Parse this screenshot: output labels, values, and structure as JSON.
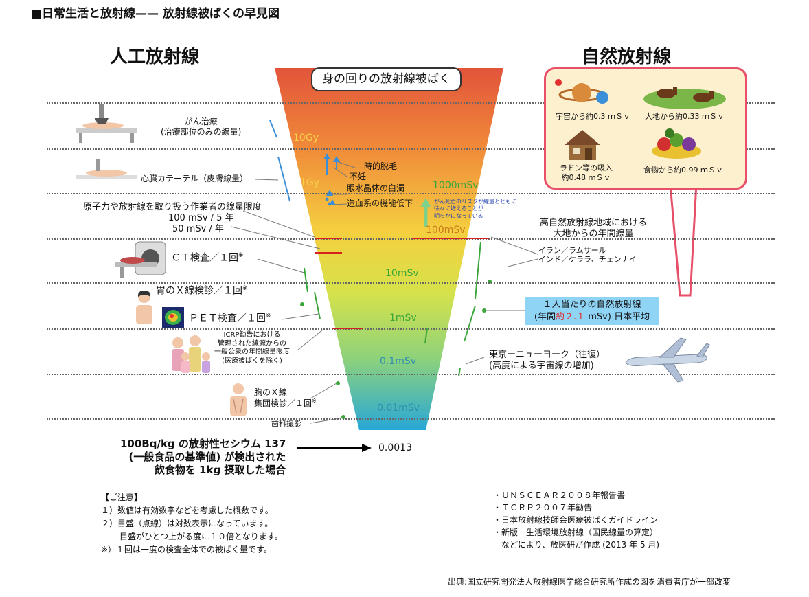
{
  "title": "■日常生活と放射線—— 放射線被ばくの早見図",
  "left_heading": "人工放射線",
  "right_heading": "自然放射線",
  "center_label": "身の回りの放射線被ばく",
  "scale": [
    "10Gy",
    "1Gy",
    "1000mSv",
    "100mSv",
    "10mSv",
    "1mSv",
    "0.1mSv",
    "0.01mSv"
  ],
  "effects": {
    "e1": "一時的脱毛",
    "e2": "不妊",
    "e3": "眼水晶体の白濁",
    "e4": "造血系の機能低下"
  },
  "cancer_note": "がん死亡のリスクが線量とともに\n徐々に増えることが\n明らかになっている",
  "left_items": {
    "cancer_therapy": "がん治療\n(治療部位のみの線量)",
    "cardiac_cath": "心臓カテーテル（皮膚線量）",
    "worker_limit": "原子力や放射線を取り扱う作業者の線量限度",
    "worker_5y": "100 mSv / 5 年",
    "worker_1y": "50 mSv / 年",
    "ct": "ＣＴ検査／１回",
    "stomach": "胃のＸ線検診／１回",
    "pet": "ＰＥＴ検査／１回",
    "icrp": "ICRP勧告における\n管理された線源からの\n一般公衆の年間線量限度\n(医療被ばくを除く)",
    "chest": "胸のＸ線\n集団検診／１回",
    "dental": "歯科撮影",
    "asterisk": "※"
  },
  "natural_box": {
    "space": "宇宙から約0.3 ｍＳｖ",
    "ground": "大地から約0.33 ｍＳｖ",
    "radon": "ラドン等の吸入\n約0.48 ｍＳｖ",
    "food": "食物から約0.99 ｍＳｖ"
  },
  "right_items": {
    "high_area": "高自然放射線地域における\n大地からの年間線量",
    "iran": "イラン／ラムサール",
    "india": "インド／ケララ、チェンナイ",
    "avg_1": "１人当たりの自然放射線",
    "avg_2a": "(年間",
    "avg_2b": "約２.１",
    "avg_2c": " mSv) 日本平均",
    "flight": "東京ーニューヨーク（往復）\n(高度による宇宙線の増加)"
  },
  "cesium": {
    "text": "100Bq/kg の放射性セシウム 137\n(一般食品の基準値) が検出された\n飲食物を 1kg 摂取した場合",
    "value": "0.0013"
  },
  "notes": {
    "head": "【ご注意】",
    "n1": "１）数値は有効数字などを考慮した概数です。",
    "n2": "２）目盛（点線）は対数表示になっています。",
    "n2b": "目盛がひとつ上がる度に１０倍となります。",
    "n3": "※）１回は一度の検査全体での被ばく量です。"
  },
  "sources": [
    "・ＵＮＳＣＥＡＲ２００８年報告書",
    "・ＩＣＲＰ２００７年勧告",
    "・日本放射線技師会医療被ばくガイドライン",
    "・新版　生活環境放射線（国民線量の算定）",
    "　などにより、放医研が作成 (2013 年 5 月)"
  ],
  "credit": "出典:国立研究開発法人放射線医学総合研究所作成の図を消費者庁が一部改変",
  "colors": {
    "green": "#3aa63a",
    "red": "#d92020",
    "blue": "#3a8fd8",
    "pink": "#e8506a",
    "box_blue": "#8fd3f5"
  }
}
